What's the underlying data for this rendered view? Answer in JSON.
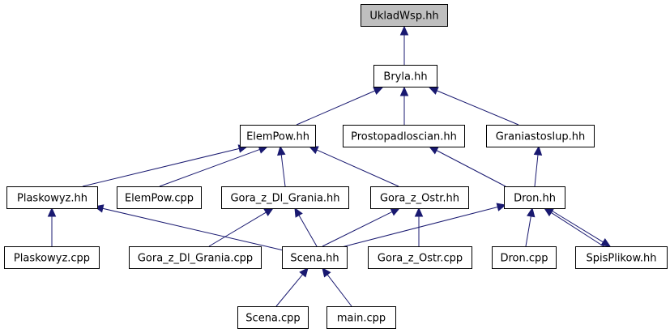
{
  "diagram": {
    "nodes": [
      {
        "id": "ukladwsp",
        "label": "UkladWsp.hh",
        "highlight": true
      },
      {
        "id": "bryla",
        "label": "Bryla.hh"
      },
      {
        "id": "elempow_hh",
        "label": "ElemPow.hh"
      },
      {
        "id": "prostopadloscian",
        "label": "Prostopadloscian.hh"
      },
      {
        "id": "graniastoslup",
        "label": "Graniastoslup.hh"
      },
      {
        "id": "plaskowyz_hh",
        "label": "Plaskowyz.hh"
      },
      {
        "id": "elempow_cpp",
        "label": "ElemPow.cpp"
      },
      {
        "id": "gora_dl_hh",
        "label": "Gora_z_Dl_Grania.hh"
      },
      {
        "id": "gora_ostr_hh",
        "label": "Gora_z_Ostr.hh"
      },
      {
        "id": "dron_hh",
        "label": "Dron.hh"
      },
      {
        "id": "plaskowyz_cpp",
        "label": "Plaskowyz.cpp"
      },
      {
        "id": "gora_dl_cpp",
        "label": "Gora_z_Dl_Grania.cpp"
      },
      {
        "id": "scena_hh",
        "label": "Scena.hh"
      },
      {
        "id": "gora_ostr_cpp",
        "label": "Gora_z_Ostr.cpp"
      },
      {
        "id": "dron_cpp",
        "label": "Dron.cpp"
      },
      {
        "id": "spisplikow",
        "label": "SpisPlikow.hh"
      },
      {
        "id": "scena_cpp",
        "label": "Scena.cpp"
      },
      {
        "id": "main_cpp",
        "label": "main.cpp"
      }
    ],
    "edges": [
      {
        "from": "bryla",
        "to": "ukladwsp"
      },
      {
        "from": "elempow_hh",
        "to": "bryla"
      },
      {
        "from": "prostopadloscian",
        "to": "bryla"
      },
      {
        "from": "graniastoslup",
        "to": "bryla"
      },
      {
        "from": "plaskowyz_hh",
        "to": "elempow_hh"
      },
      {
        "from": "elempow_cpp",
        "to": "elempow_hh"
      },
      {
        "from": "gora_dl_hh",
        "to": "elempow_hh"
      },
      {
        "from": "gora_ostr_hh",
        "to": "elempow_hh"
      },
      {
        "from": "dron_hh",
        "to": "prostopadloscian"
      },
      {
        "from": "dron_hh",
        "to": "graniastoslup"
      },
      {
        "from": "plaskowyz_cpp",
        "to": "plaskowyz_hh"
      },
      {
        "from": "scena_hh",
        "to": "plaskowyz_hh"
      },
      {
        "from": "gora_dl_cpp",
        "to": "gora_dl_hh"
      },
      {
        "from": "scena_hh",
        "to": "gora_dl_hh"
      },
      {
        "from": "scena_hh",
        "to": "gora_ostr_hh"
      },
      {
        "from": "gora_ostr_cpp",
        "to": "gora_ostr_hh"
      },
      {
        "from": "scena_hh",
        "to": "dron_hh"
      },
      {
        "from": "dron_cpp",
        "to": "dron_hh"
      },
      {
        "from": "spisplikow",
        "to": "dron_hh"
      },
      {
        "from": "dron_hh",
        "to": "spisplikow"
      },
      {
        "from": "scena_cpp",
        "to": "scena_hh"
      },
      {
        "from": "main_cpp",
        "to": "scena_hh"
      }
    ]
  }
}
